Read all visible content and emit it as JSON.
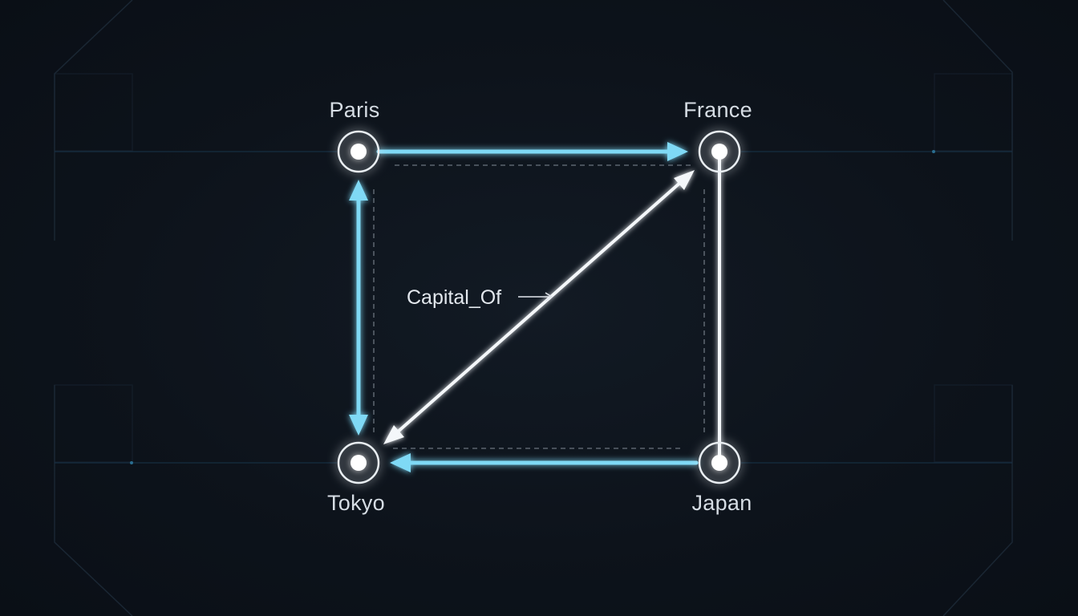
{
  "diagram": {
    "nodes": [
      {
        "id": "paris",
        "label": "Paris"
      },
      {
        "id": "france",
        "label": "France"
      },
      {
        "id": "tokyo",
        "label": "Tokyo"
      },
      {
        "id": "japan",
        "label": "Japan"
      }
    ],
    "edges": [
      {
        "from": "paris",
        "to": "france",
        "style": "cyan",
        "direction": "forward"
      },
      {
        "from": "paris",
        "to": "tokyo",
        "style": "cyan",
        "direction": "both"
      },
      {
        "from": "japan",
        "to": "tokyo",
        "style": "cyan",
        "direction": "forward"
      },
      {
        "from": "tokyo",
        "to": "france",
        "style": "white",
        "direction": "both"
      },
      {
        "from": "france",
        "to": "japan",
        "style": "white",
        "direction": "none"
      }
    ],
    "edge_label": "Capital_Of",
    "colors": {
      "background": "#0e141c",
      "cyan_edge": "#7fd9f5",
      "white_edge": "#f4f7fa",
      "label_text": "#d6dde4"
    }
  }
}
